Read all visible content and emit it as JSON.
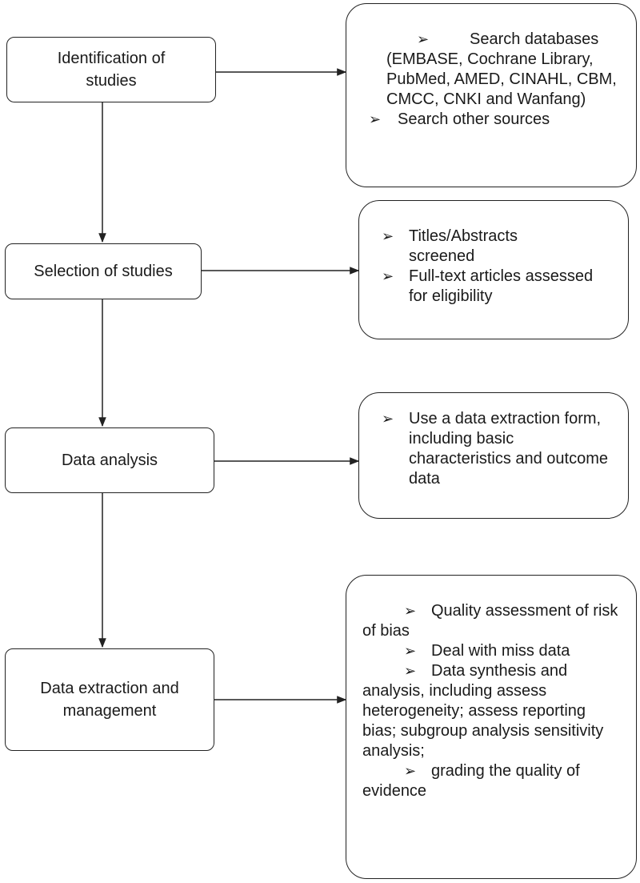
{
  "steps": [
    {
      "label": "Identification of\nstudies"
    },
    {
      "label": "Selection of studies"
    },
    {
      "label": "Data analysis"
    },
    {
      "label": "Data extraction and\nmanagement"
    }
  ],
  "notes": [
    {
      "items": [
        {
          "text": "Search databases (EMBASE, Cochrane Library, PubMed, AMED, CINAHL, CBM, CMCC, CNKI and Wanfang)"
        },
        {
          "text": "Search other sources"
        }
      ]
    },
    {
      "items": [
        {
          "text": "Titles/Abstracts screened"
        },
        {
          "text": "Full-text articles assessed for eligibility"
        }
      ]
    },
    {
      "items": [
        {
          "text": "Use a data extraction form, including basic characteristics and outcome data"
        }
      ]
    },
    {
      "items": [
        {
          "text": "Quality assessment of risk of bias"
        },
        {
          "text": "Deal with miss data"
        },
        {
          "text": "Data synthesis and analysis, including assess heterogeneity; assess reporting bias; subgroup analysis sensitivity analysis;"
        },
        {
          "text": "grading the quality of evidence"
        }
      ]
    }
  ],
  "bullet_symbol": "➢"
}
